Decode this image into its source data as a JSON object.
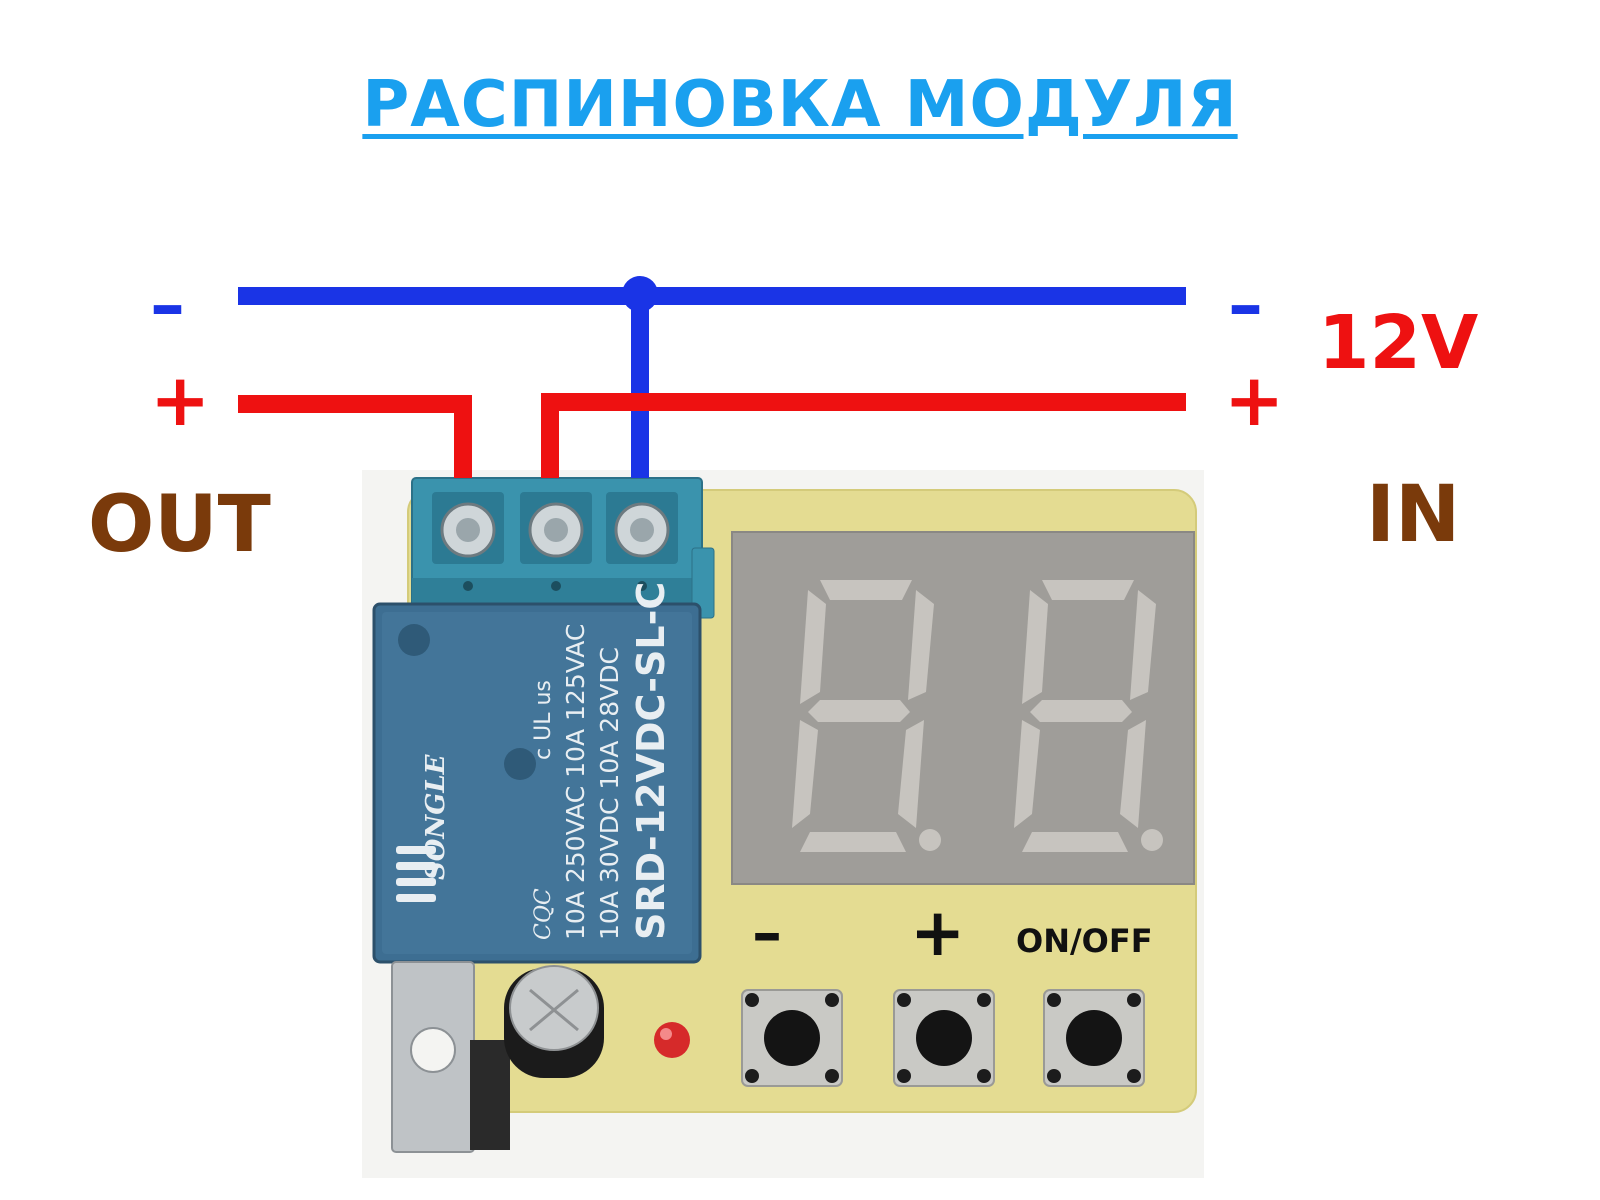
{
  "title": "РАСПИНОВКА МОДУЛЯ",
  "labels": {
    "minus_left": "–",
    "plus_left": "+",
    "minus_right": "–",
    "plus_right": "+",
    "voltage": "12V",
    "out": "OUT",
    "in": "IN"
  },
  "relay": {
    "brand": "SONGLE",
    "ratings_line1": "10A 250VAC 10A 125VAC",
    "ratings_line2": "10A 30VDC 10A 28VDC",
    "model": "SRD-12VDC-SL-C",
    "cert": "CQC",
    "ul": "c UL us"
  },
  "buttons": {
    "minus": "–",
    "plus": "+",
    "onoff": "ON/OFF"
  },
  "colors": {
    "title": "#1aa0ef",
    "negative_wire": "#1a34e6",
    "positive_wire": "#ee1111",
    "out_in_text": "#7a3a0b",
    "pcb": "#e4dc92",
    "terminal": "#3a93ad",
    "relay": "#3d6e92",
    "display": "#9f9d99"
  }
}
